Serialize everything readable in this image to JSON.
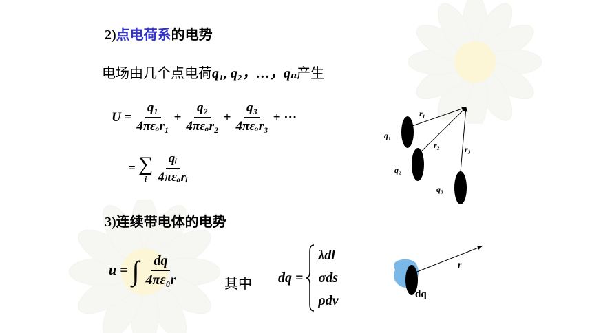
{
  "section2": {
    "number": "2)",
    "title_colored": "点电荷系",
    "title_rest": "的电势"
  },
  "intro_text": {
    "prefix": "电场由几个点电荷",
    "charges": "q₁, q₂，…，qₙ",
    "suffix": "产生"
  },
  "formula1": {
    "lhs": "U =",
    "terms": [
      {
        "num": "q₁",
        "den": "4πεₒr₁"
      },
      {
        "num": "q₂",
        "den": "4πεₒr₂"
      },
      {
        "num": "q₃",
        "den": "4πεₒr₃"
      }
    ],
    "plus": "+",
    "tail": "+ ⋯",
    "eq2": "=",
    "sum_symbol": "∑",
    "sum_index": "i",
    "sum_num": "qᵢ",
    "sum_den": "4πεₒrᵢ"
  },
  "diagram1": {
    "labels": {
      "r1": "r₁",
      "r2": "r₂",
      "r3": "r₃",
      "q1": "q₁",
      "q2": "q₂",
      "q3": "q₃"
    }
  },
  "section3": {
    "number": "3)",
    "title": "连续带电体的电势"
  },
  "formula2": {
    "lhs": "u =",
    "integral": "∫",
    "num": "dq",
    "den": "4πε₀r",
    "among": "其中",
    "dq_lhs": "dq =",
    "cases": [
      "λdl",
      "σds",
      "ρdv"
    ]
  },
  "diagram2": {
    "r_label": "r",
    "dq_label": "dq"
  }
}
